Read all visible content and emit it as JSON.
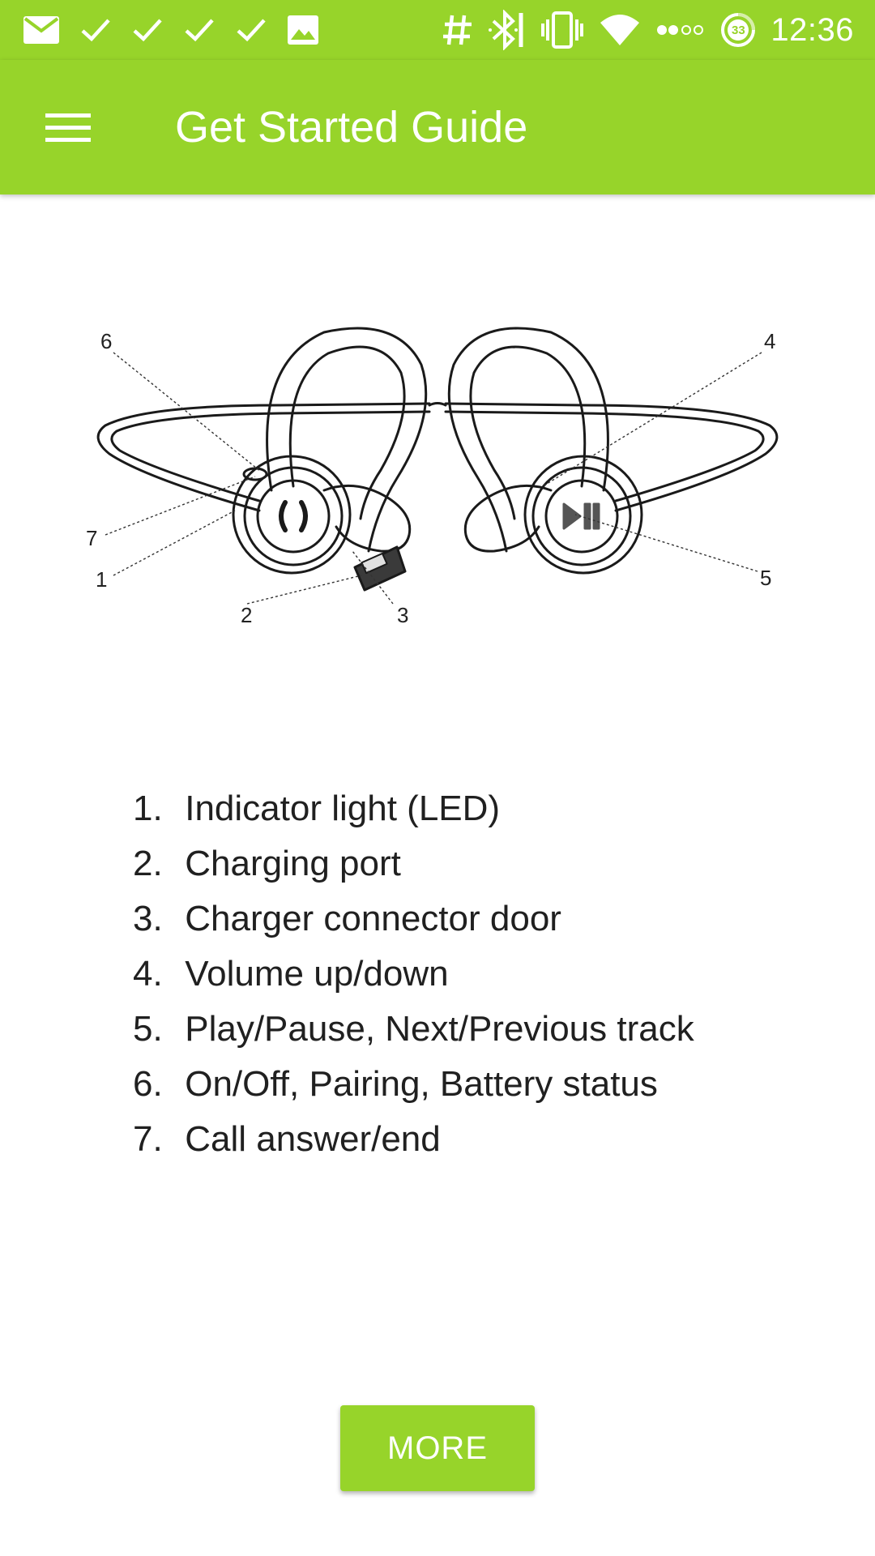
{
  "colors": {
    "accent": "#97d42a",
    "on_accent": "#ffffff",
    "text": "#202020"
  },
  "status_bar": {
    "left_icons": [
      "mail-icon",
      "check-icon",
      "check-icon",
      "check-icon",
      "check-icon",
      "image-icon"
    ],
    "right_icons": [
      "hash-icon",
      "bluetooth-icon",
      "vibrate-icon",
      "wifi-icon",
      "signal-dots-icon",
      "battery-saver-icon"
    ],
    "battery_badge": "33",
    "time": "12:36"
  },
  "app_bar": {
    "menu_icon": "hamburger-menu-icon",
    "title": "Get Started Guide"
  },
  "diagram": {
    "callouts": [
      "6",
      "4",
      "7",
      "1",
      "2",
      "3",
      "5"
    ]
  },
  "legend": {
    "items": [
      {
        "num": "1.",
        "label": "Indicator light (LED)"
      },
      {
        "num": "2.",
        "label": "Charging port"
      },
      {
        "num": "3.",
        "label": "Charger connector door"
      },
      {
        "num": "4.",
        "label": "Volume up/down"
      },
      {
        "num": "5.",
        "label": "Play/Pause, Next/Previous track"
      },
      {
        "num": "6.",
        "label": "On/Off, Pairing, Battery status"
      },
      {
        "num": "7.",
        "label": "Call answer/end"
      }
    ]
  },
  "more_button": {
    "label": "MORE"
  }
}
